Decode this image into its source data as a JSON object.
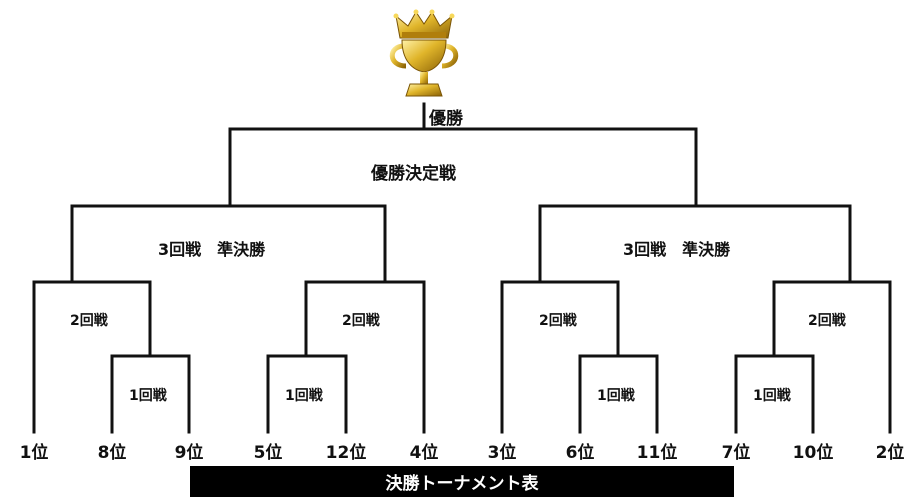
{
  "colors": {
    "line": "#111111",
    "gold": "#d4a017",
    "title_bar": "#000000"
  },
  "trophy": {
    "icon": "trophy-with-crown-icon"
  },
  "champion_label": "優勝",
  "final_label": "優勝決定戦",
  "semifinal_label": "3回戦　準決勝",
  "round2_label": "2回戦",
  "round1_label": "1回戦",
  "seeds": [
    "1位",
    "8位",
    "9位",
    "5位",
    "12位",
    "4位",
    "3位",
    "6位",
    "11位",
    "7位",
    "10位",
    "2位"
  ],
  "title": "決勝トーナメント表"
}
